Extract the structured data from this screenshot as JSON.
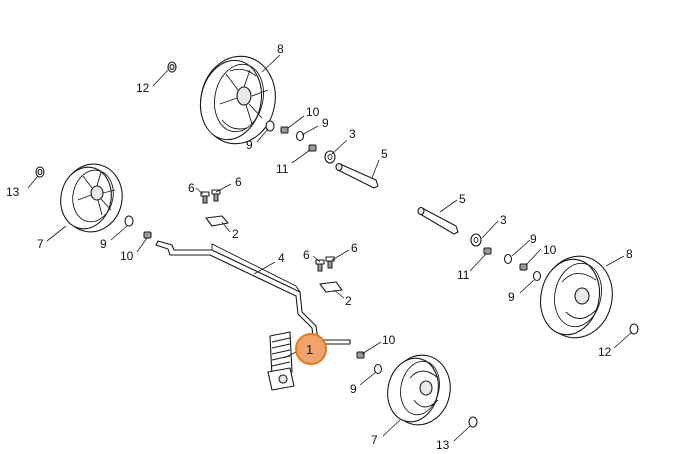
{
  "diagram": {
    "highlight_color": "#f0a36a",
    "highlight_stroke": "#e8781e",
    "labels": {
      "p1": "1",
      "p2": "2",
      "p3": "3",
      "p4": "4",
      "p5": "5",
      "p6": "6",
      "p7": "7",
      "p8": "8",
      "p9": "9",
      "p10": "10",
      "p11": "11",
      "p12": "12",
      "p13": "13"
    }
  }
}
